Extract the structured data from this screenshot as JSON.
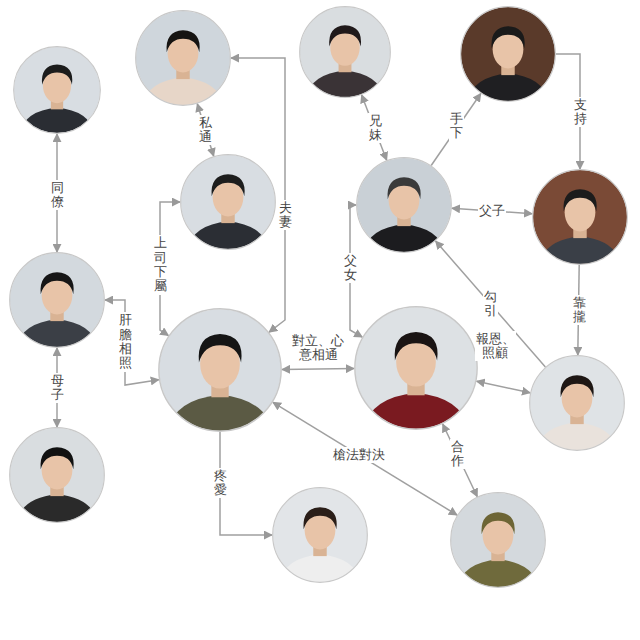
{
  "diagram": {
    "nodes": [
      {
        "text": []
      },
      {
        "text": []
      },
      {
        "text": []
      },
      {
        "text": []
      },
      {
        "text": []
      },
      {
        "text": []
      },
      {
        "text": []
      },
      {
        "text": []
      },
      {
        "text": []
      },
      {
        "text": []
      },
      {
        "text": []
      },
      {
        "text": []
      },
      {
        "text": []
      },
      {
        "text": []
      }
    ],
    "edges": [
      {
        "from": 0,
        "to": 7,
        "label": "同僚",
        "arrow": "both"
      },
      {
        "from": 1,
        "to": 4,
        "label": "私通",
        "arrow": "both"
      },
      {
        "from": 1,
        "to": 8,
        "label": "夫妻",
        "arrow": "both"
      },
      {
        "from": 2,
        "to": 5,
        "label": "兄妹",
        "arrow": "both"
      },
      {
        "from": 5,
        "to": 3,
        "label": "手下",
        "arrow": "to"
      },
      {
        "from": 3,
        "to": 6,
        "label": "支持",
        "arrow": "to"
      },
      {
        "from": 5,
        "to": 6,
        "label": "父子",
        "arrow": "both"
      },
      {
        "from": 4,
        "to": 8,
        "label": "上司下屬",
        "arrow": "both"
      },
      {
        "from": 7,
        "to": 8,
        "label": "肝膽相照",
        "arrow": "both"
      },
      {
        "from": 7,
        "to": 11,
        "label": "母子",
        "arrow": "both"
      },
      {
        "from": 5,
        "to": 9,
        "label": "父女",
        "arrow": "both"
      },
      {
        "from": 8,
        "to": 9,
        "label": "對立、心意相通",
        "arrow": "both"
      },
      {
        "from": 10,
        "to": 5,
        "label": "勾引",
        "arrow": "to"
      },
      {
        "from": 6,
        "to": 10,
        "label": "靠攏",
        "arrow": "to"
      },
      {
        "from": 9,
        "to": 10,
        "label": "報恩、照顧",
        "arrow": "both"
      },
      {
        "from": 9,
        "to": 13,
        "label": "合作",
        "arrow": "both"
      },
      {
        "from": 8,
        "to": 13,
        "label": "槍法對決",
        "arrow": "both"
      },
      {
        "from": 8,
        "to": 12,
        "label": "疼愛",
        "arrow": "to"
      }
    ]
  }
}
